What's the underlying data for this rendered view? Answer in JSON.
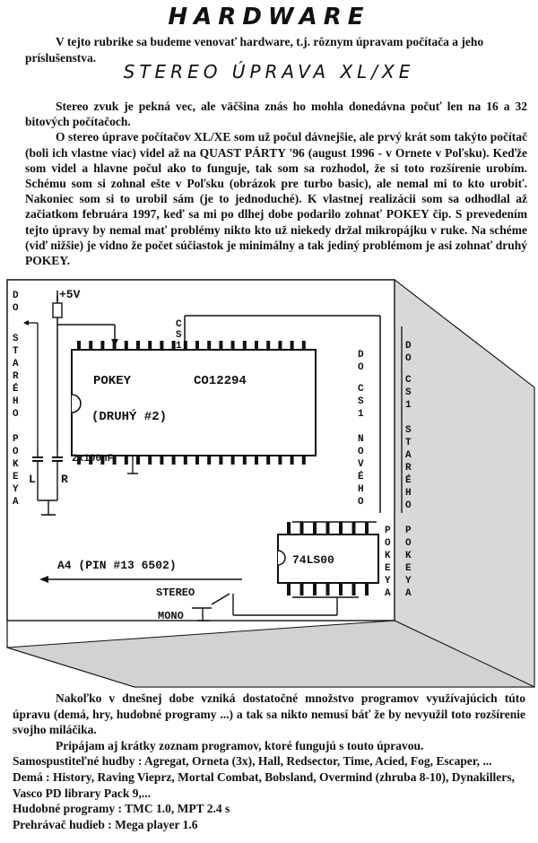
{
  "heading": "HARDWARE",
  "intro_line1": "V tejto rubrike sa budeme venovať hardware, t.j. rôznym úpravam počítača a jeho",
  "intro_line2": "príslušenstva.",
  "article_title": "STEREO ÚPRAVA XL/XE",
  "para1": "Stereo zvuk je pekná vec, ale väčšina znás ho mohla donedávna počuť len na 16 a 32 bitových počítačoch.",
  "para2": "O stereo úprave počítačov XL/XE som už počul dávnejšie, ale prvý krát som takýto počítač (boli ich vlastne viac) videl až na QUAST PÁRTY '96 (august 1996 - v Ornete v Poľsku). Keďže som videl a hlavne počul ako to funguje, tak som sa rozhodol, že si toto rozšírenie urobím. Schému som si zohnal ešte v Poľsku (obrázok pre turbo basic), ale nemal mi to kto urobiť. Nakoniec som si to urobil sám (je to jednoduché). K vlastnej realizácii som sa odhodlal až začiatkom februára 1997, keď sa mi po dlhej dobe podarilo zohnať POKEY čip. S prevedením tejto úpravy by nemal mať problémy nikto kto už niekedy držal mikropájku v ruke. Na schéme (viď nižšie) je vidno že počet súčiastok je minimálny a tak jediný problémom je asi zohnať druhý POKEY.",
  "diagram": {
    "plus5v": "+5V",
    "left_vertical": "DO STARÉHO POKEYA",
    "cs1": "CS1",
    "chip_name": "POKEY",
    "chip_code": "CO12294",
    "chip_second": "(DRUHÝ #2)",
    "caps": "2x100nF",
    "left_ch": "L",
    "right_ch": "R",
    "mid_vertical": "DO CS1 NOVÉHO POKEYA",
    "right_vertical": "DO CS1 STARÉHO POKEYA",
    "logic_chip": "74LS00",
    "a4_label": "A4   (PIN #13 6502)",
    "stereo": "STEREO",
    "mono": "MONO"
  },
  "para3": "Nakoľko v dnešnej dobe vzniká dostatočné množstvo programov využívajúcich túto úpravu (demá, hry, hudobné programy ...) a tak sa nikto nemusí báť že by nevyužil toto rozšírenie svojho miláčika.",
  "para4": "Pripájam aj krátky zoznam programov, ktoré fungujú s touto úpravou.",
  "list": [
    "Samospustiteľné hudby : Agregat, Orneta (3x), Hall, Redsector, Time, Acied, Fog, Escaper, ...",
    "Demá : History, Raving Vieprz, Mortal Combat, Bobsland, Overmind (zhruba 8-10), Dynakillers, Vasco PD library Pack 9,...",
    "Hudobné programy : TMC 1.0, MPT 2.4 s",
    "Prehrávač hudieb : Mega player 1.6"
  ]
}
